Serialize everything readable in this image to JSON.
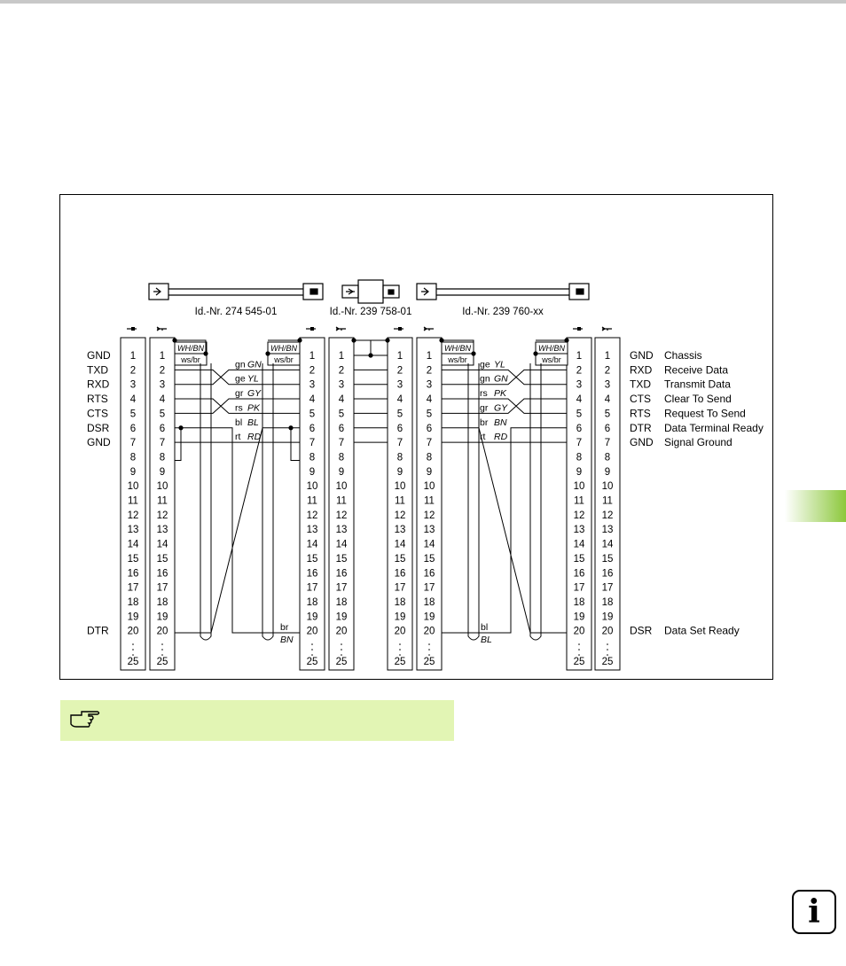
{
  "cables": [
    {
      "id_label": "Id.-Nr. 274 545-01"
    },
    {
      "id_label": "Id.-Nr. 239 758-01"
    },
    {
      "id_label": "Id.-Nr. 239 760-xx"
    }
  ],
  "left_signals": [
    "GND",
    "TXD",
    "RXD",
    "RTS",
    "CTS",
    "DSR",
    "GND"
  ],
  "left_dtr": "DTR",
  "right_signals": [
    {
      "abbr": "GND",
      "desc": "Chassis"
    },
    {
      "abbr": "RXD",
      "desc": "Receive Data"
    },
    {
      "abbr": "TXD",
      "desc": "Transmit Data"
    },
    {
      "abbr": "CTS",
      "desc": "Clear To Send"
    },
    {
      "abbr": "RTS",
      "desc": "Request To Send"
    },
    {
      "abbr": "DTR",
      "desc": "Data Terminal Ready"
    },
    {
      "abbr": "GND",
      "desc": "Signal Ground"
    }
  ],
  "right_dsr": {
    "abbr": "DSR",
    "desc": "Data Set Ready"
  },
  "pins": [
    "1",
    "2",
    "3",
    "4",
    "5",
    "6",
    "7",
    "8",
    "9",
    "10",
    "11",
    "12",
    "13",
    "14",
    "15",
    "16",
    "17",
    "18",
    "19",
    "20",
    "25"
  ],
  "shield_label": {
    "upper": "WH/BN",
    "lower": "ws/br"
  },
  "wire_colors_a": [
    {
      "de": "gn",
      "en": "GN"
    },
    {
      "de": "ge",
      "en": "YL"
    },
    {
      "de": "gr",
      "en": "GY"
    },
    {
      "de": "rs",
      "en": "PK"
    },
    {
      "de": "bl",
      "en": "BL"
    },
    {
      "de": "rt",
      "en": "RD"
    }
  ],
  "dtr_color_a": {
    "de": "br",
    "en": "BN"
  },
  "wire_colors_b": [
    {
      "de": "ge",
      "en": "YL"
    },
    {
      "de": "gn",
      "en": "GN"
    },
    {
      "de": "rs",
      "en": "PK"
    },
    {
      "de": "gr",
      "en": "GY"
    },
    {
      "de": "br",
      "en": "BN"
    },
    {
      "de": "rt",
      "en": "RD"
    }
  ],
  "dtr_color_b": {
    "de": "bl",
    "en": "BL"
  },
  "info_icon": "i",
  "icons": {
    "note": "pointing-hand-icon",
    "info": "info-icon",
    "male_pin": "male-connector-icon",
    "female_pin": "female-connector-icon"
  },
  "colors": {
    "note_bg": "#e2f5b4",
    "tab_green": "#8cc83c"
  }
}
